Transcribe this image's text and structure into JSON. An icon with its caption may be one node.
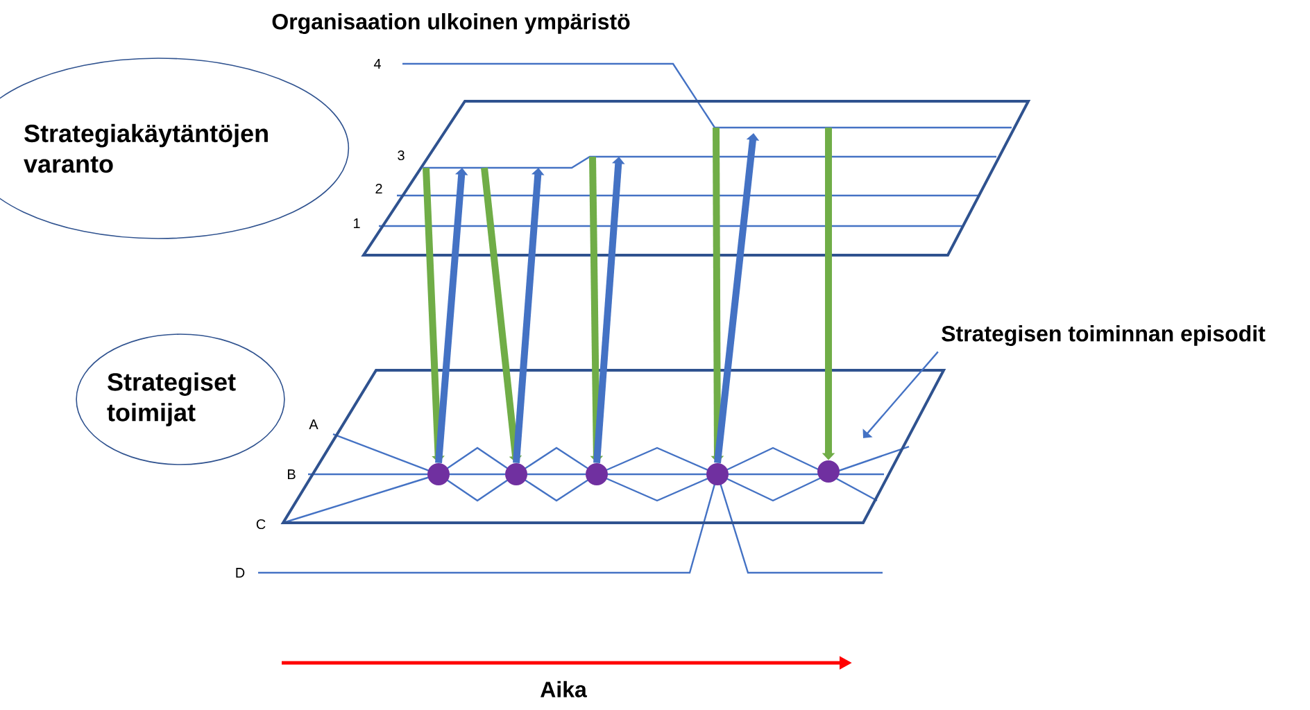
{
  "diagram": {
    "title": "Organisaation ulkoinen ympäristö",
    "nodes": [
      {
        "text": [
          "Strategiakäytäntöjen varanto"
        ]
      },
      {
        "text": [
          "Strategiset toimijat"
        ]
      },
      {
        "text": [],
        "shape": "parallelogram"
      },
      {
        "text": [],
        "shape": "parallelogram"
      },
      {
        "text": [],
        "shape": "circle",
        "in": 3
      },
      {
        "text": [],
        "shape": "circle",
        "in": 3
      },
      {
        "text": [],
        "shape": "circle",
        "in": 3
      },
      {
        "text": [],
        "shape": "circle",
        "in": 3
      },
      {
        "text": [],
        "shape": "circle",
        "in": 3
      },
      {
        "text": [
          "Strategisen toiminnan episodit"
        ]
      }
    ],
    "edges": [
      {
        "from": 2,
        "to": 4,
        "arrow": "to",
        "color": "#70ad47"
      },
      {
        "from": 4,
        "to": 2,
        "arrow": "to",
        "color": "#4472c4"
      },
      {
        "from": 2,
        "to": 5,
        "arrow": "to",
        "color": "#70ad47"
      },
      {
        "from": 5,
        "to": 2,
        "arrow": "to",
        "color": "#4472c4"
      },
      {
        "from": 2,
        "to": 6,
        "arrow": "to",
        "color": "#70ad47"
      },
      {
        "from": 6,
        "to": 2,
        "arrow": "to",
        "color": "#4472c4"
      },
      {
        "from": 2,
        "to": 7,
        "arrow": "to",
        "color": "#70ad47"
      },
      {
        "from": 7,
        "to": 2,
        "arrow": "to",
        "color": "#4472c4"
      },
      {
        "from": 2,
        "to": 8,
        "arrow": "to",
        "color": "#70ad47"
      },
      {
        "from": 9,
        "to": 3,
        "arrow": "to",
        "color": "#4472c4"
      }
    ],
    "labels": [
      "4",
      "3",
      "2",
      "1",
      "A",
      "B",
      "C",
      "D",
      "Aika"
    ]
  }
}
